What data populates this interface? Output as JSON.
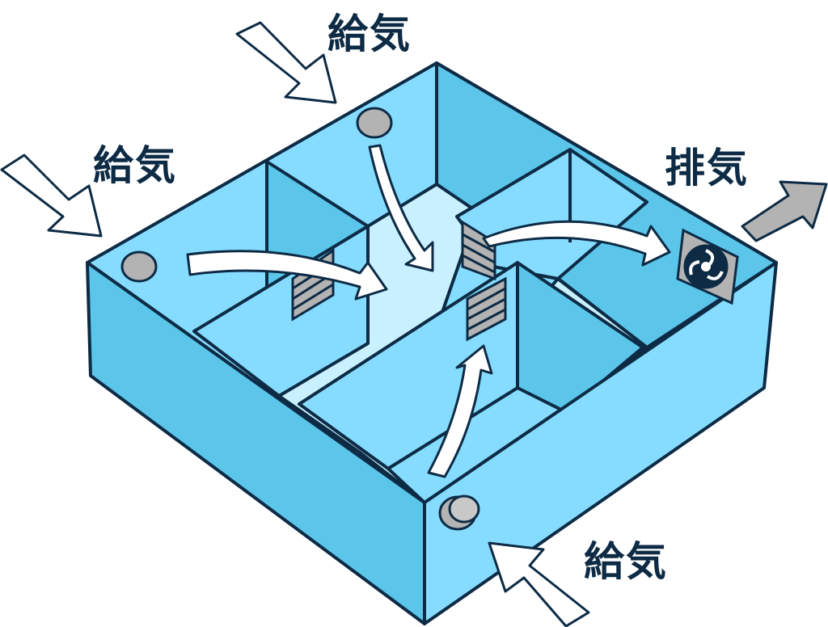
{
  "labels": {
    "supply_top": "給気",
    "supply_left": "給気",
    "exhaust_right": "排気",
    "supply_bottom": "給気"
  },
  "colors": {
    "outline": "#0d2b45",
    "outer_wall_left": "#5bc5ea",
    "outer_wall_right": "#86dcff",
    "inner_wall": "#86dcff",
    "inner_wall_shade": "#5bc5ea",
    "floor": "#c9f0ff",
    "arrow_supply": "#ffffff",
    "arrow_exhaust": "#b3b3b3",
    "vent": "#b3b3b3"
  }
}
